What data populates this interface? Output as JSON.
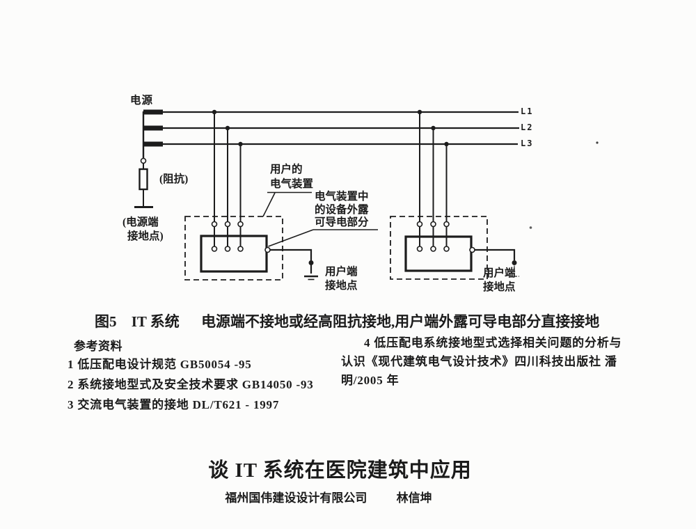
{
  "page": {
    "background": "#fcfcfb",
    "ink": "#1c1c1c"
  },
  "diagram": {
    "source_label": "电源",
    "impedance_label": "(阻抗)",
    "source_ground_lines": [
      "(电源端",
      "接地点)"
    ],
    "phase_labels": [
      "L1",
      "L2",
      "L3"
    ],
    "user_installation_lines": [
      "用户的",
      "电气装置"
    ],
    "exposed_parts_lines": [
      "电气装置中",
      "的设备外露",
      "可导电部分"
    ],
    "user_ground_left_lines": [
      "用户端",
      "接地点"
    ],
    "user_ground_right_lines": [
      "用户端",
      "接地点"
    ]
  },
  "caption": {
    "fig_no": "图5",
    "system": "IT 系统",
    "text": "电源端不接地或经高阻抗接地,用户端外露可导电部分直接接地"
  },
  "references": {
    "heading": "参考资料",
    "items_left": [
      "1 低压配电设计规范 GB50054 -95",
      "2 系统接地型式及安全技术要求 GB14050 -93",
      "3 交流电气装置的接地 DL/T621 - 1997"
    ],
    "item4_lines": [
      "4 低压配电系统接地型式选择相关问题的分析与",
      "认识《现代建筑电气设计技术》四川科技出版社 潘",
      "明/2005 年"
    ]
  },
  "article": {
    "title": "谈 IT 系统在医院建筑中应用",
    "affiliation": "福州国伟建设设计有限公司",
    "author": "林信坤"
  }
}
